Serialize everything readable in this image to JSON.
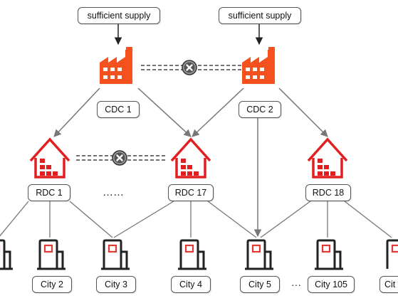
{
  "supply_labels": [
    "sufficient supply",
    "sufficient supply"
  ],
  "cdc": [
    "CDC 1",
    "CDC 2"
  ],
  "rdc": [
    "RDC 1",
    "RDC 17",
    "RDC 18"
  ],
  "rdc_ellipsis": "……",
  "cities": [
    "City 2",
    "City 3",
    "City 4",
    "City 5",
    "City 105",
    "Cit"
  ],
  "city_ellipsis": "···",
  "colors": {
    "factory": "#f4511e",
    "warehouse": "#e02020",
    "city": "#e53935",
    "edge": "#777777",
    "blocked": "#444444"
  },
  "icons": {
    "factory": "factory-icon",
    "warehouse": "warehouse-icon",
    "city": "city-building-icon",
    "blocked": "blocked-link-icon"
  }
}
